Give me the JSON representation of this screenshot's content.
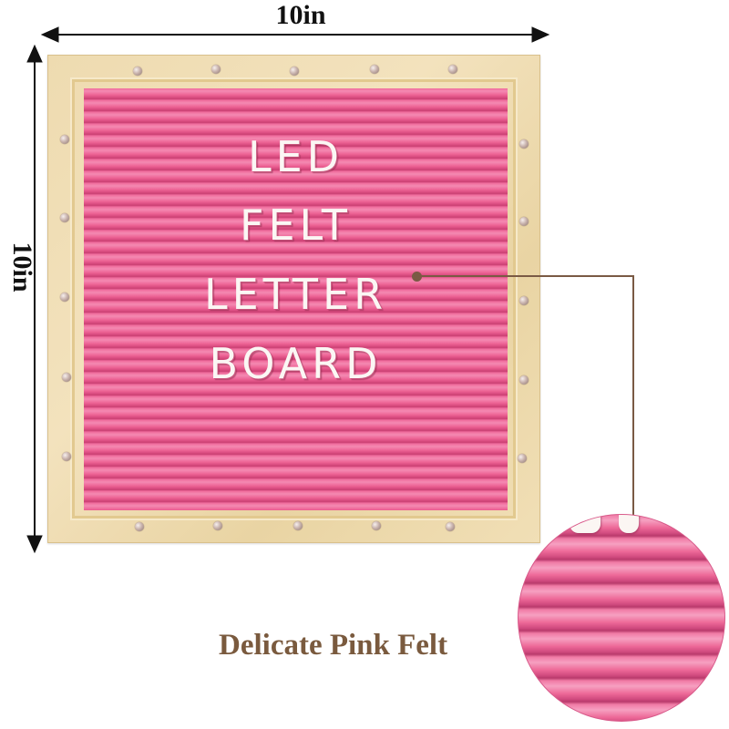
{
  "dimensions": {
    "width_label": "10in",
    "height_label": "10in"
  },
  "board": {
    "felt_lines": [
      "LED",
      "FELT",
      "LETTER",
      "BOARD"
    ],
    "felt_color": "#ee6596",
    "frame_color": "#eedbb0",
    "letter_color": "#fbf7f4"
  },
  "callout": {
    "caption": "Delicate Pink Felt",
    "color": "#7a5a44"
  }
}
